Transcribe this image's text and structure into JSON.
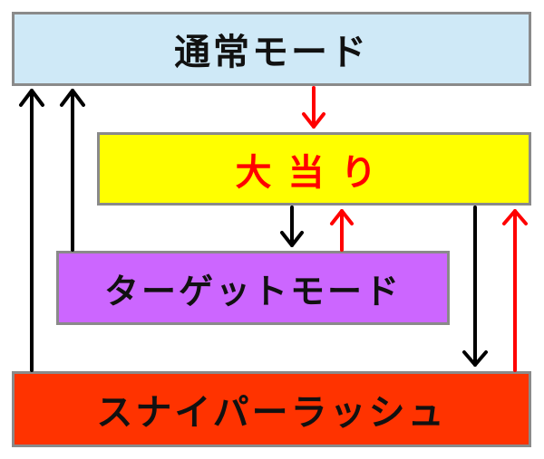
{
  "boxes": {
    "normal_mode": "通常モード",
    "jackpot": "大当り",
    "target_mode": "ターゲットモード",
    "sniper_rush": "スナイパーラッシュ"
  },
  "colors": {
    "normal_mode_fill": "#cfe9f7",
    "jackpot_fill": "#ffff00",
    "jackpot_text": "#ff0000",
    "target_mode_fill": "#cc66ff",
    "sniper_rush_fill": "#ff3300",
    "border": "#8a8a8a",
    "arrow_black": "#000000",
    "arrow_red": "#ff0000"
  }
}
